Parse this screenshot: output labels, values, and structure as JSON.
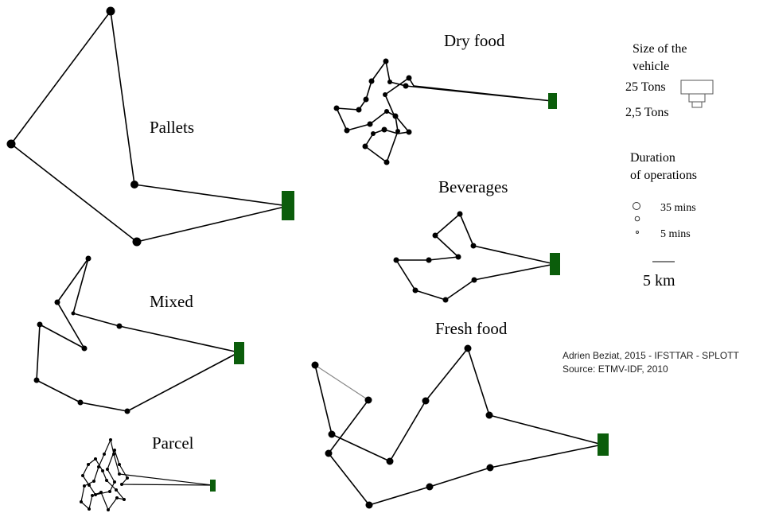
{
  "labels": {
    "pallets": "Pallets",
    "mixed": "Mixed",
    "parcel": "Parcel",
    "dry_food": "Dry food",
    "beverages": "Beverages",
    "fresh_food": "Fresh food"
  },
  "legend": {
    "size_title_1": "Size of the",
    "size_title_2": "vehicle",
    "size_large": "25 Tons",
    "size_small": "2,5 Tons",
    "duration_title_1": "Duration",
    "duration_title_2": "of operations",
    "duration_long": "35 mins",
    "duration_short": "5 mins",
    "scale": "5 km"
  },
  "credit": {
    "line1": "Adrien Beziat, 2015 - IFSTTAR - SPLOTT",
    "line2": "Source: ETMV-IDF, 2010"
  },
  "colors": {
    "depot": "#0b5d0b",
    "route": "#000000",
    "stop": "#000000"
  }
}
